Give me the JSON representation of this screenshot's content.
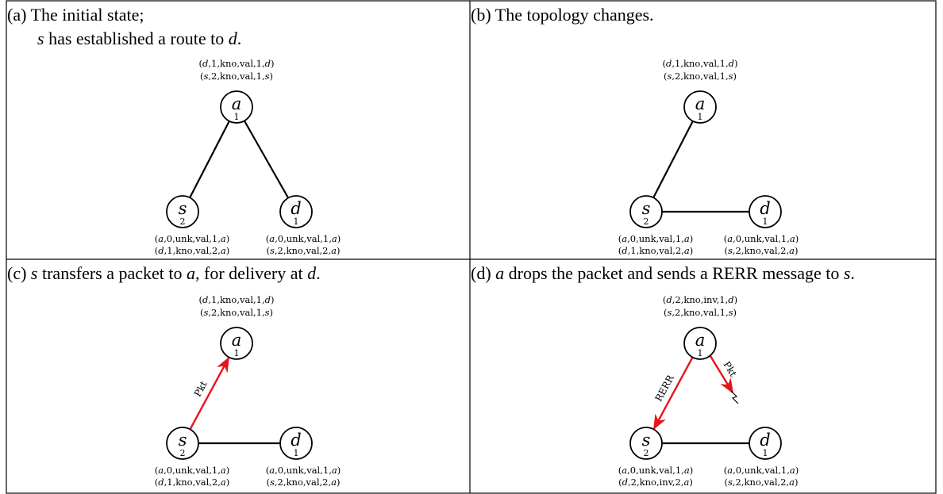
{
  "panels": [
    {
      "id": "a",
      "caption": [
        [
          {
            "t": "(a) The initial state;"
          }
        ],
        [
          {
            "t": "s",
            "i": true
          },
          {
            "t": " has established a route to "
          },
          {
            "t": "d",
            "i": true
          },
          {
            "t": "."
          }
        ]
      ],
      "nodes": {
        "a": {
          "label": "a",
          "seq": "1"
        },
        "s": {
          "label": "s",
          "seq": "2"
        },
        "d": {
          "label": "d",
          "seq": "1"
        }
      },
      "edges": [
        [
          "a",
          "s"
        ],
        [
          "a",
          "d"
        ]
      ],
      "tables": {
        "a": [
          "(d,1,kno,val,1,d)",
          "(s,2,kno,val,1,s)"
        ],
        "s": [
          "(a,0,unk,val,1,a)",
          "(d,1,kno,val,2,a)"
        ],
        "d": [
          "(a,0,unk,val,1,a)",
          "(s,2,kno,val,2,a)"
        ]
      },
      "messages": []
    },
    {
      "id": "b",
      "caption": [
        [
          {
            "t": "(b) The topology changes."
          }
        ]
      ],
      "nodes": {
        "a": {
          "label": "a",
          "seq": "1"
        },
        "s": {
          "label": "s",
          "seq": "2"
        },
        "d": {
          "label": "d",
          "seq": "1"
        }
      },
      "edges": [
        [
          "a",
          "s"
        ],
        [
          "s",
          "d"
        ]
      ],
      "tables": {
        "a": [
          "(d,1,kno,val,1,d)",
          "(s,2,kno,val,1,s)"
        ],
        "s": [
          "(a,0,unk,val,1,a)",
          "(d,1,kno,val,2,a)"
        ],
        "d": [
          "(a,0,unk,val,1,a)",
          "(s,2,kno,val,2,a)"
        ]
      },
      "messages": []
    },
    {
      "id": "c",
      "caption": [
        [
          {
            "t": "(c) "
          },
          {
            "t": "s",
            "i": true
          },
          {
            "t": " transfers a packet to "
          },
          {
            "t": "a",
            "i": true
          },
          {
            "t": ", for delivery at "
          },
          {
            "t": "d",
            "i": true
          },
          {
            "t": "."
          }
        ]
      ],
      "nodes": {
        "a": {
          "label": "a",
          "seq": "1"
        },
        "s": {
          "label": "s",
          "seq": "2"
        },
        "d": {
          "label": "d",
          "seq": "1"
        }
      },
      "edges": [
        [
          "s",
          "d"
        ]
      ],
      "tables": {
        "a": [
          "(d,1,kno,val,1,d)",
          "(s,2,kno,val,1,s)"
        ],
        "s": [
          "(a,0,unk,val,1,a)",
          "(d,1,kno,val,2,a)"
        ],
        "d": [
          "(a,0,unk,val,1,a)",
          "(s,2,kno,val,2,a)"
        ]
      },
      "messages": [
        {
          "label": "Pkt",
          "from": "s",
          "to": "a",
          "kind": "arrow"
        }
      ]
    },
    {
      "id": "d",
      "caption": [
        [
          {
            "t": "(d) "
          },
          {
            "t": "a",
            "i": true
          },
          {
            "t": " drops the packet and sends a RERR message to "
          },
          {
            "t": "s",
            "i": true
          },
          {
            "t": "."
          }
        ]
      ],
      "nodes": {
        "a": {
          "label": "a",
          "seq": "1"
        },
        "s": {
          "label": "s",
          "seq": "2"
        },
        "d": {
          "label": "d",
          "seq": "1"
        }
      },
      "edges": [
        [
          "s",
          "d"
        ]
      ],
      "tables": {
        "a": [
          "(d,2,kno,inv,1,d)",
          "(s,2,kno,val,1,s)"
        ],
        "s": [
          "(a,0,unk,val,1,a)",
          "(d,2,kno,inv,2,a)"
        ],
        "d": [
          "(a,0,unk,val,1,a)",
          "(s,2,kno,val,2,a)"
        ]
      },
      "messages": [
        {
          "label": "RERR",
          "from": "a",
          "to": "s",
          "kind": "arrow"
        },
        {
          "label": "Pkt",
          "from": "a",
          "kind": "dropped"
        }
      ]
    }
  ]
}
